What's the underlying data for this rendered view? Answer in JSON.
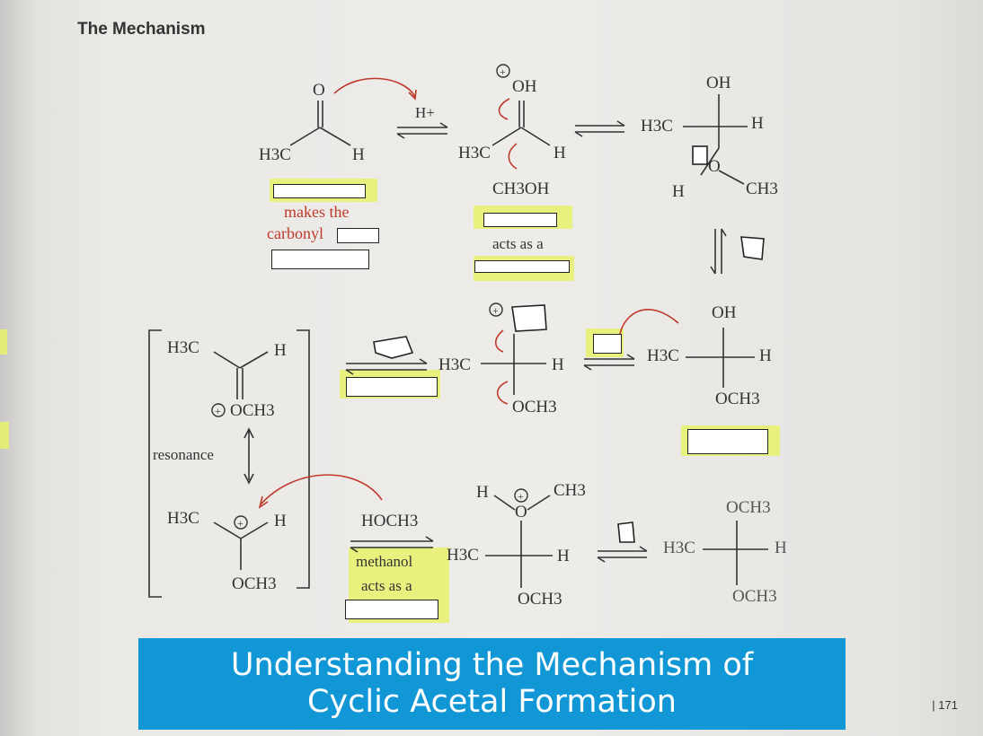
{
  "heading": "The Mechanism",
  "banner": {
    "line1": "Understanding the Mechanism of",
    "line2": "Cyclic Acetal Formation"
  },
  "page_number": "171",
  "step1": {
    "reactant": {
      "o": "O",
      "left": "H3C",
      "right": "H"
    },
    "reagent": "H+",
    "note_line1": "makes the",
    "note_line2": "carbonyl"
  },
  "step2": {
    "top": "OH",
    "left": "H3C",
    "right": "H",
    "reagent": "CH3OH",
    "note": "acts as a"
  },
  "step3": {
    "top": "OH",
    "left": "H3C",
    "right": "H",
    "bottom_left": "H",
    "bottom_right": "CH3",
    "o": "O"
  },
  "row2": {
    "cation_a": {
      "left": "H3C",
      "right": "H",
      "bottom": "OCH3"
    },
    "resonance": "resonance",
    "cation_b": {
      "left": "H3C",
      "right": "H",
      "bottom": "OCH3"
    },
    "middle": {
      "left": "H3C",
      "right": "H",
      "bottom": "OCH3"
    },
    "product": {
      "top": "OH",
      "left": "H3C",
      "right": "H",
      "bottom": "OCH3"
    }
  },
  "row3": {
    "reagent": "HOCH3",
    "note_line1": "methanol",
    "note_line2": "acts as a",
    "oxonium": {
      "h": "H",
      "o": "O",
      "ch3": "CH3",
      "left": "H3C",
      "right": "H",
      "bottom": "OCH3"
    },
    "acetal": {
      "top": "OCH3",
      "left": "H3C",
      "right": "H",
      "bottom": "OCH3"
    }
  }
}
